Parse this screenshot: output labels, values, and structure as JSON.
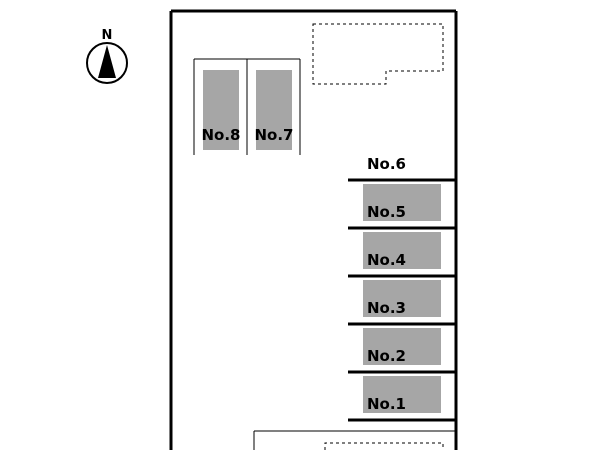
{
  "compass": {
    "north_label": "N"
  },
  "spaces_left": [
    {
      "id": "no8",
      "label": "No.8"
    },
    {
      "id": "no7",
      "label": "No.7"
    }
  ],
  "space_no6": {
    "label": "No.6"
  },
  "spaces_right": [
    {
      "id": "no5",
      "label": "No.5"
    },
    {
      "id": "no4",
      "label": "No.4"
    },
    {
      "id": "no3",
      "label": "No.3"
    },
    {
      "id": "no2",
      "label": "No.2"
    },
    {
      "id": "no1",
      "label": "No.1"
    }
  ],
  "colors": {
    "space_fill": "#a6a6a6",
    "line": "#000000",
    "background": "#ffffff"
  }
}
